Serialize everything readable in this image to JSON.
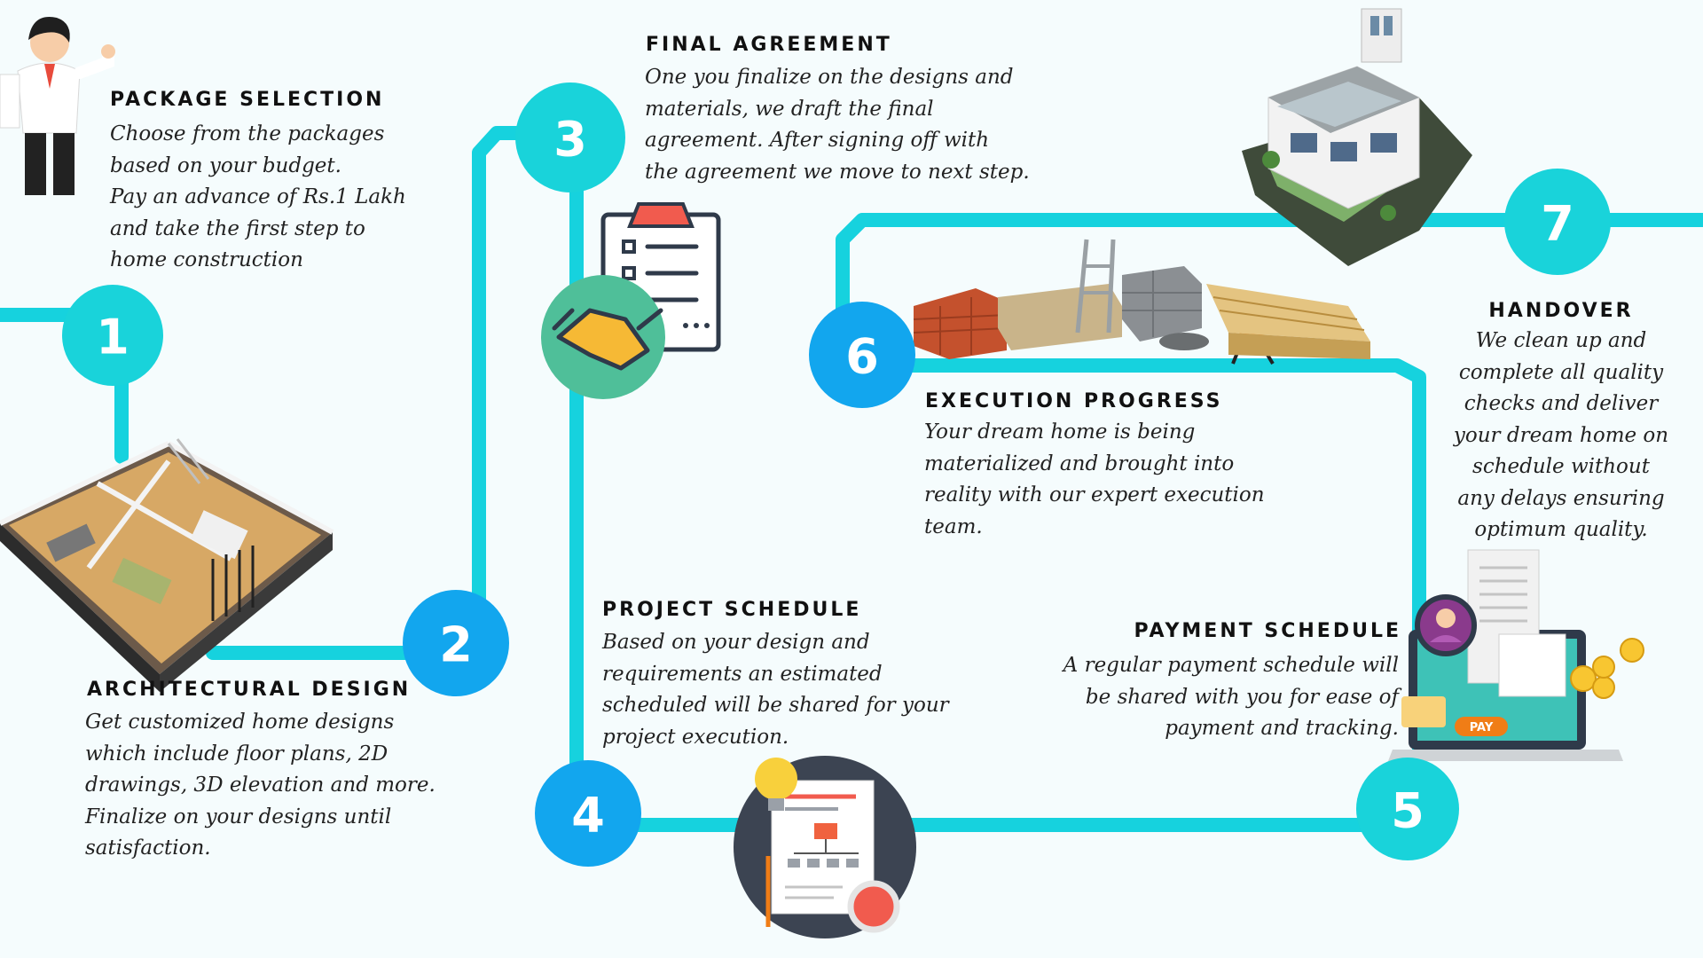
{
  "colors": {
    "path": "#16d2de",
    "teal_circle": "#19d3da",
    "blue_circle": "#12a6ee",
    "background": "#f5fcfd"
  },
  "steps": [
    {
      "number": "1",
      "title": "PACKAGE SELECTION",
      "lines": [
        "Choose from the packages",
        "based on your budget.",
        "Pay an advance of Rs.1 Lakh",
        "and take the first step to",
        "home construction"
      ],
      "icon": "businessman-thumbs-up-icon"
    },
    {
      "number": "2",
      "title": "ARCHITECTURAL DESIGN",
      "lines": [
        "Get customized home designs",
        "which include floor plans, 2D",
        "drawings, 3D elevation and more.",
        "Finalize on your designs until",
        "satisfaction."
      ],
      "icon": "3d-floor-plan-icon"
    },
    {
      "number": "3",
      "title": "FINAL AGREEMENT",
      "lines": [
        "One you finalize on the designs and",
        "materials, we draft the final",
        "agreement. After signing off with",
        "the agreement we move to next step."
      ],
      "icon": "handshake-clipboard-icon"
    },
    {
      "number": "4",
      "title": "PROJECT SCHEDULE",
      "lines": [
        "Based on your design and",
        "requirements an estimated",
        "scheduled will be shared for your",
        "project execution."
      ],
      "icon": "schedule-document-icon"
    },
    {
      "number": "5",
      "title": "PAYMENT SCHEDULE",
      "lines": [
        "A regular payment schedule will",
        "be shared with you for ease of",
        "payment and tracking."
      ],
      "icon": "laptop-payment-icon",
      "pay_label": "PAY"
    },
    {
      "number": "6",
      "title": "EXECUTION PROGRESS",
      "lines": [
        "Your dream home is being",
        "materialized and brought into",
        "reality with our expert execution",
        "team."
      ],
      "icon": "construction-materials-icon"
    },
    {
      "number": "7",
      "title": "HANDOVER",
      "lines": [
        "We clean up and",
        "complete all quality",
        "checks and deliver",
        "your dream home on",
        "schedule without",
        "any delays ensuring",
        "optimum quality."
      ],
      "icon": "finished-house-icon"
    }
  ]
}
